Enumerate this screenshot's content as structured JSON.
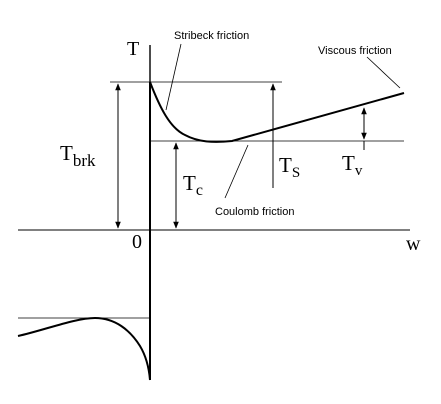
{
  "diagram": {
    "axes": {
      "y_label": "T",
      "x_label": "w",
      "origin_label": "0"
    },
    "annotations": {
      "stribeck": "Stribeck friction",
      "viscous": "Viscous friction",
      "coulomb": "Coulomb friction"
    },
    "symbols": {
      "breakaway_base": "T",
      "breakaway_sub": "brk",
      "coulomb_base": "T",
      "coulomb_sub": "c",
      "stribeck_base": "T",
      "stribeck_sub": "S",
      "viscous_base": "T",
      "viscous_sub": "v"
    },
    "colors": {
      "ink": "#000000",
      "background": "#ffffff"
    }
  }
}
